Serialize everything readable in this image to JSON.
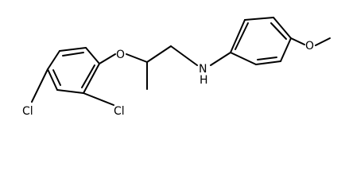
{
  "molecule": {
    "atom_labels": {
      "ether_oxygen": "O",
      "amine_nitrogen": "N",
      "amine_hydrogen": "H",
      "chlorine_ortho": "Cl",
      "chlorine_para": "Cl",
      "methoxy_oxygen": "O"
    },
    "colors": {
      "bond": "#000000",
      "label": "#000000",
      "background": "#ffffff"
    }
  }
}
